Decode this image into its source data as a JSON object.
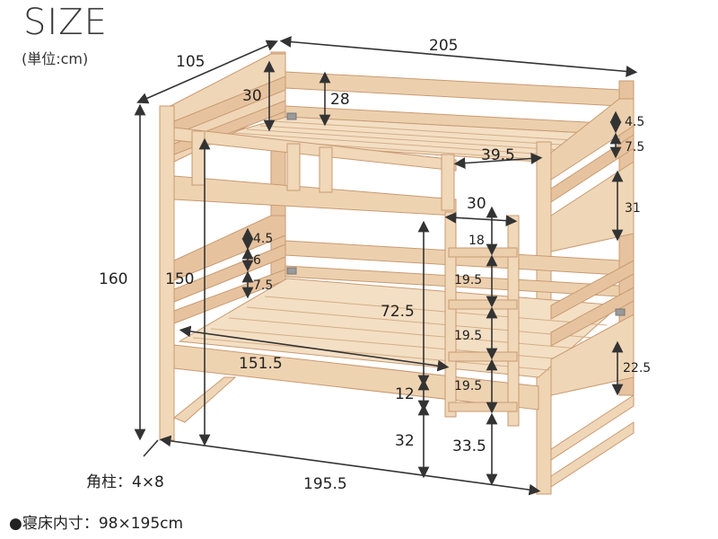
{
  "title": "SIZE",
  "unit": "(単位:cm)",
  "post_note": "角柱：4×8",
  "footnote": "●寝床内寸：98×195cm",
  "dimensions": {
    "width_top": "205",
    "depth_top": "105",
    "height_total": "160",
    "upper_rail_height": "30",
    "upper_rail_height_inner": "28",
    "upper_guard_gap": "4.5",
    "upper_guard_slat": "7.5",
    "upper_opening": "39.5",
    "upper_side_panel": "31",
    "ladder_width_outer": "30",
    "ladder_width_inner": "18",
    "lower_guard_gap": "4.5",
    "lower_guard_slat1": "6",
    "lower_guard_slat2": "7.5",
    "inner_height": "150",
    "between_decks": "72.5",
    "ladder_step1": "19.5",
    "ladder_step2": "19.5",
    "ladder_step3": "19.5",
    "lower_deck_length": "151.5",
    "lower_frame_thickness": "12",
    "lower_side_panel": "22.5",
    "floor_clearance": "32",
    "ladder_bottom": "33.5",
    "length_bottom": "195.5"
  },
  "colors": {
    "wood_light": "#f1dcc0",
    "wood_mid": "#e6c39e",
    "wood_dark": "#c99a72",
    "line": "#333333"
  }
}
